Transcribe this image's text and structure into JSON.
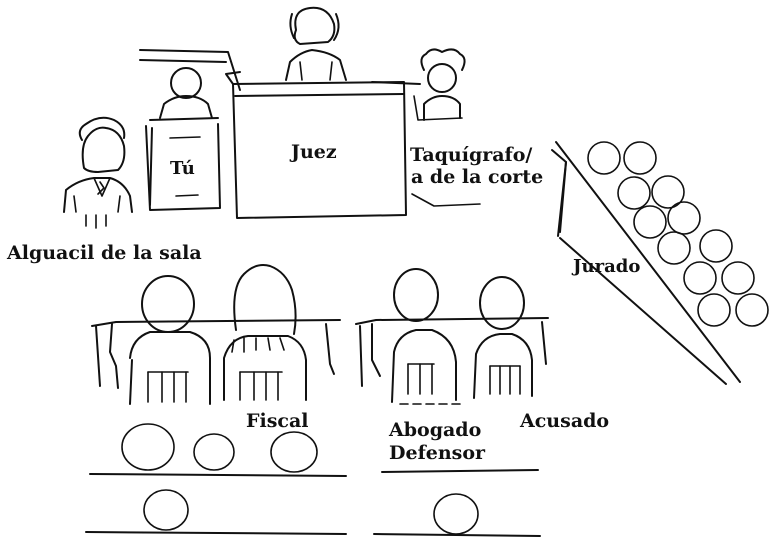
{
  "labels": {
    "you": "Tú",
    "judge": "Juez",
    "reporter_line1": "Taquígrafo/",
    "reporter_line2": "a de la corte",
    "bailiff": "Alguacil de la sala",
    "jury": "Jurado",
    "prosecutor": "Fiscal",
    "defense_line1": "Abogado",
    "defense_line2": "Defensor",
    "defendant": "Acusado"
  }
}
